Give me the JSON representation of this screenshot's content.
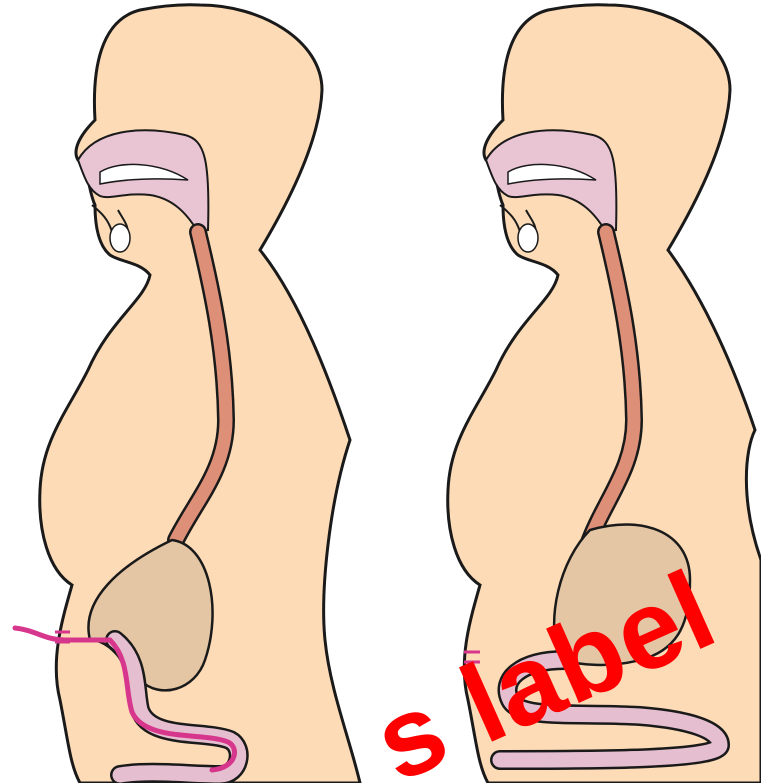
{
  "figure": {
    "panels": [
      {
        "id": "left",
        "label": "figure-left"
      },
      {
        "id": "right",
        "label": "figure-right"
      }
    ],
    "overlay_text": "s label"
  },
  "colors": {
    "skin": "#fddbb6",
    "skin_outline": "#1a1a1a",
    "oral_cavity": "#e9c4d3",
    "esophagus": "#dd8f78",
    "stomach": "#e4c6a4",
    "intestine": "#e5bfd0",
    "tube": "#d6368b",
    "overlay": "#ff0000"
  }
}
